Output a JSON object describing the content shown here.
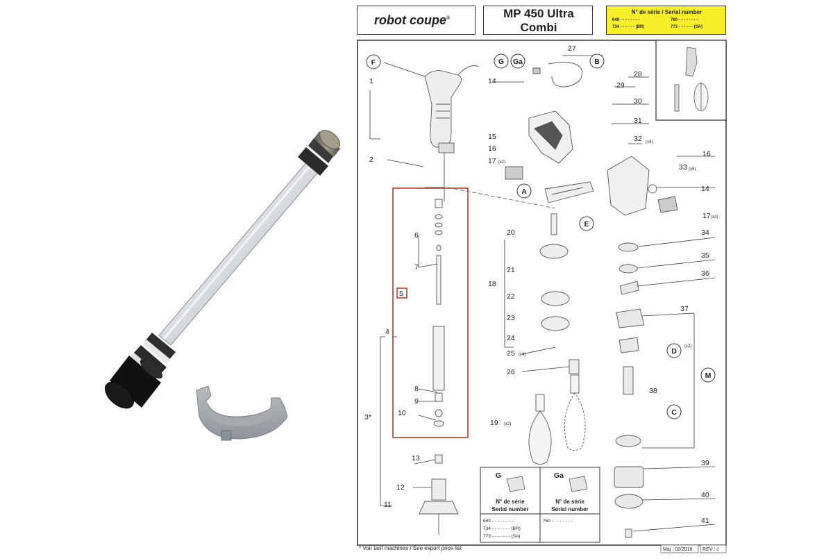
{
  "brand": "robot coupe",
  "brand_mark": "®",
  "model_line1": "MP 450 Ultra",
  "model_line2": "Combi",
  "serial_header": "N° de série / Serial number",
  "serial_entries": [
    "649 - - - - - - - -",
    "760 - - - - - - - -",
    "734 - - - - - - (BR)",
    "773 - - - - - - (SA)"
  ],
  "item_labels": [
    "1",
    "2",
    "3*",
    "4",
    "5",
    "6",
    "7",
    "8",
    "9",
    "10",
    "11",
    "12",
    "13",
    "14",
    "14",
    "15",
    "16",
    "16",
    "17",
    "17",
    "18",
    "19",
    "20",
    "21",
    "22",
    "23",
    "24",
    "25",
    "26",
    "27",
    "28",
    "29",
    "30",
    "31",
    "32",
    "33",
    "34",
    "35",
    "36",
    "37",
    "38",
    "39",
    "40",
    "41"
  ],
  "letter_labels": [
    "F",
    "G",
    "Ga",
    "B",
    "A",
    "E",
    "D",
    "M",
    "C"
  ],
  "multipliers": [
    "(x2)",
    "(x2)",
    "(x4)",
    "(x5)",
    "(x4)",
    "(x2)",
    "(x2)"
  ],
  "serial_table": {
    "col1_letter": "G",
    "col2_letter": "Ga",
    "col_header_line1": "N° de série",
    "col_header_line2": "Serial number",
    "col1_rows": [
      "649 - - - - - -  - -",
      "734 - - - - - -  - (BR)",
      "773 - - - - - -  - (SA)"
    ],
    "col2_rows": [
      "760 - - - - - -  - -"
    ]
  },
  "footnote": "* Voir tarif machines / See export price list",
  "update": "Maj : 02/2016",
  "revision": "REV : c",
  "colors": {
    "highlight_box": "#c0392b",
    "serial_bg": "#f7ef2a",
    "line": "#333333"
  },
  "icons": [
    "shaft-photo",
    "clip-photo",
    "motor-unit-drawing",
    "shaft-assembly-drawing",
    "whisk-drawing",
    "gearbox-drawing"
  ]
}
